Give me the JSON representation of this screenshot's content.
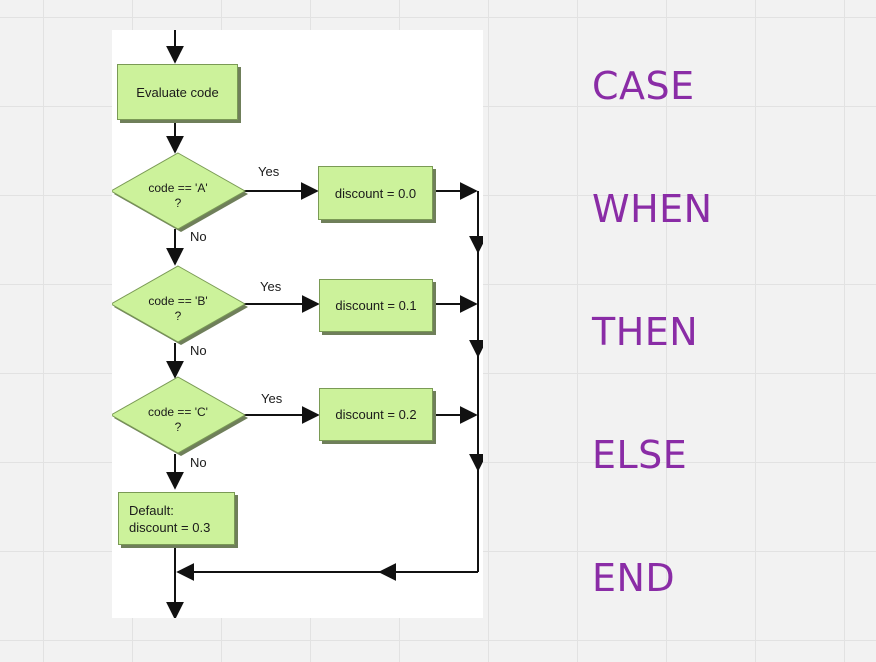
{
  "flowchart": {
    "evaluate": "Evaluate code",
    "decisions": [
      {
        "line1": "code == 'A'",
        "line2": "?",
        "yes": "Yes",
        "no": "No",
        "action": "discount = 0.0"
      },
      {
        "line1": "code == 'B'",
        "line2": "?",
        "yes": "Yes",
        "no": "No",
        "action": "discount = 0.1"
      },
      {
        "line1": "code == 'C'",
        "line2": "?",
        "yes": "Yes",
        "no": "No",
        "action": "discount = 0.2"
      }
    ],
    "default_line1": "Default:",
    "default_line2": "discount = 0.3"
  },
  "keywords": [
    "CASE",
    "WHEN",
    "THEN",
    "ELSE",
    "END"
  ],
  "colors": {
    "node_fill": "#ccf29b",
    "keyword": "#8a2ca6"
  }
}
